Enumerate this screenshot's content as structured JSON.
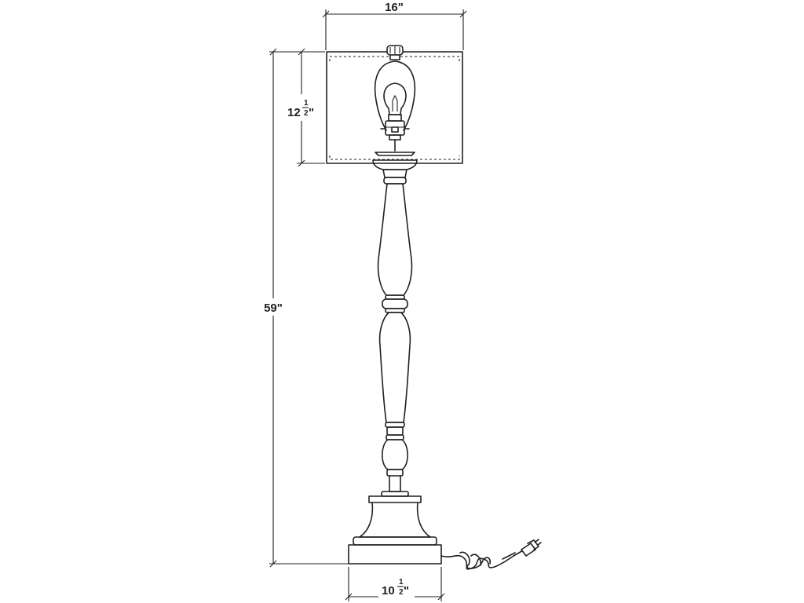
{
  "dimensions": {
    "shade_width": {
      "whole": "16\"",
      "fraction": ""
    },
    "shade_height": {
      "whole": "12",
      "numerator": "1",
      "denominator": "2",
      "unit": "\""
    },
    "overall_height": {
      "whole": "59\"",
      "fraction": ""
    },
    "base_width": {
      "whole": "10",
      "numerator": "1",
      "denominator": "2",
      "unit": "\""
    }
  }
}
